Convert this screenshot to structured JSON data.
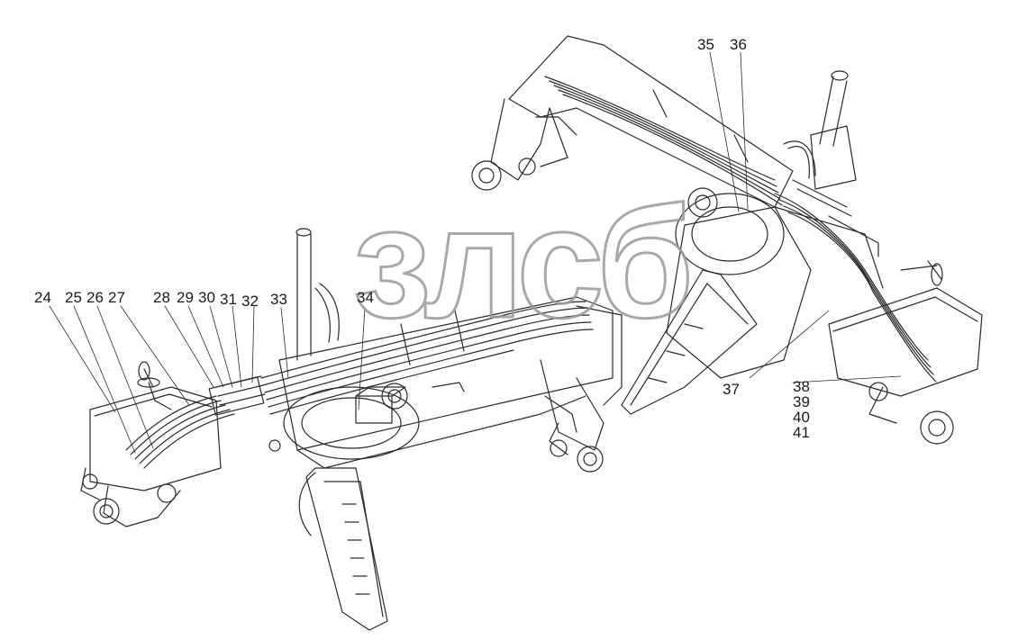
{
  "callouts": {
    "c24": "24",
    "c25": "25",
    "c26": "26",
    "c27": "27",
    "c28": "28",
    "c29": "29",
    "c30": "30",
    "c31": "31",
    "c32": "32",
    "c33": "33",
    "c34": "34",
    "c35": "35",
    "c36": "36",
    "c37": "37",
    "c38": "38",
    "c39": "39",
    "c40": "40",
    "c41": "41"
  },
  "watermark": "злсб",
  "colors": {
    "line": "#2a2a2a",
    "watermark": "#9a9a9a",
    "background": "#ffffff"
  }
}
